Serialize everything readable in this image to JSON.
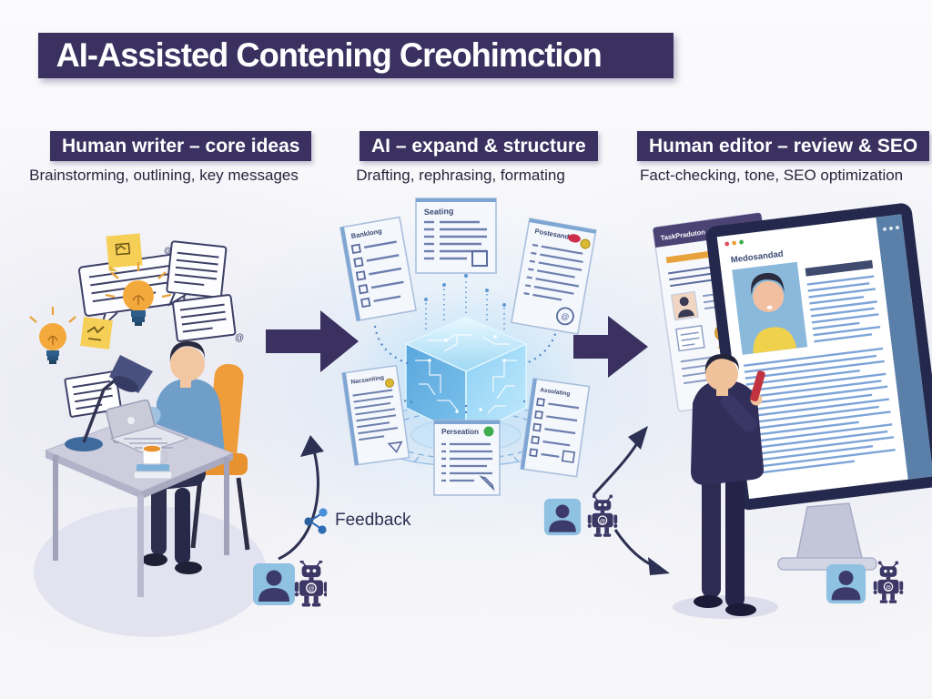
{
  "title": "AI-Assisted Contening Creohimction",
  "columns": [
    {
      "header": "Human writer – core ideas",
      "subtitle": "Brainstorming, outlining, key messages"
    },
    {
      "header": "AI – expand & structure",
      "subtitle": "Drafting, rephrasing, formating"
    },
    {
      "header": "Human editor – review & SEO",
      "subtitle": "Fact-checking, tone, SEO optimization"
    }
  ],
  "middle": {
    "documents": [
      {
        "label": "Seating"
      },
      {
        "label": "Banklong"
      },
      {
        "label": "Postesand"
      },
      {
        "label": "Nacsaniting"
      },
      {
        "label": "Perseation"
      },
      {
        "label": "Assolating"
      }
    ]
  },
  "right": {
    "card_title": "TaskPraduton",
    "screen_doc_title": "Medosandad"
  },
  "feedback_label": "Feedback",
  "icons": {
    "share": "share-nodes",
    "robot": "robot-with-at-chest",
    "person_avatar": "person-in-blue-square",
    "arrow_right": "solid-block-arrow-right",
    "curved_arrow": "curved-feedback-arrow",
    "lightbulb": "glowing-lightbulb",
    "speech_bubble": "outlined-speech-bubble",
    "sticky_note": "yellow-sticky-note",
    "ai_cube": "glowing-circuit-cube"
  },
  "colors": {
    "banner": "#3a3160",
    "arrow": "#3a3160",
    "accent_orange": "#eea23c",
    "sticky_yellow": "#f6cf57",
    "avatar_blue": "#8fc1e2",
    "robot_indigo": "#3d3766",
    "cube_glow": "#9fdbfa",
    "doc_line": "#6d7fae",
    "status_green": "#3fae4e",
    "status_red": "#cc2f4b",
    "status_yellow": "#d9b832",
    "pen_red": "#c23340"
  }
}
